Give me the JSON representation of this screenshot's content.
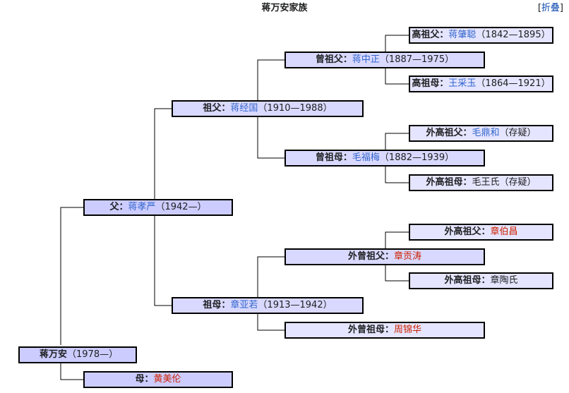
{
  "title": "蒋万安家族",
  "collapse": {
    "bracket_open": "[",
    "label": "折叠",
    "bracket_close": "]"
  },
  "people": {
    "self": {
      "role": "蒋万安",
      "name": "",
      "years": "（1978—）"
    },
    "mother": {
      "role": "母：",
      "name": "黄美伦",
      "years": ""
    },
    "father": {
      "role": "父：",
      "name": "蒋孝严",
      "years": "（1942—）"
    },
    "grandfather": {
      "role": "祖父：",
      "name": "蒋经国",
      "years": "（1910—1988）"
    },
    "grandmother": {
      "role": "祖母：",
      "name": "章亚若",
      "years": "（1913—1942）"
    },
    "ggf_paternal": {
      "role": "曾祖父：",
      "name": "蒋中正",
      "years": "（1887—1975）"
    },
    "ggm_paternal": {
      "role": "曾祖母：",
      "name": "毛福梅",
      "years": "（1882—1939）"
    },
    "ggf_maternal": {
      "role": "外曾祖父：",
      "name": "章贡涛",
      "years": ""
    },
    "ggm_maternal": {
      "role": "外曾祖母：",
      "name": "周锦华",
      "years": ""
    },
    "gggf_1": {
      "role": "高祖父：",
      "name": "蒋肇聪",
      "years": "（1842—1895）"
    },
    "gggm_1": {
      "role": "高祖母：",
      "name": "王采玉",
      "years": "（1864—1921）"
    },
    "gggf_2": {
      "role": "外高祖父：",
      "name": "毛鼎和",
      "years": "（存疑）"
    },
    "gggm_2": {
      "role": "外高祖母：",
      "name": "毛王氏",
      "years": "（存疑）"
    },
    "gggf_3": {
      "role": "外高祖父：",
      "name": "章伯昌",
      "years": ""
    },
    "gggm_3": {
      "role": "外高祖母：",
      "name": "章陶氏",
      "years": ""
    }
  },
  "colors": {
    "link_blue": "#3366cc",
    "link_red": "#cc2200",
    "box_fill": "#ccccff",
    "box_border": "#000000"
  }
}
